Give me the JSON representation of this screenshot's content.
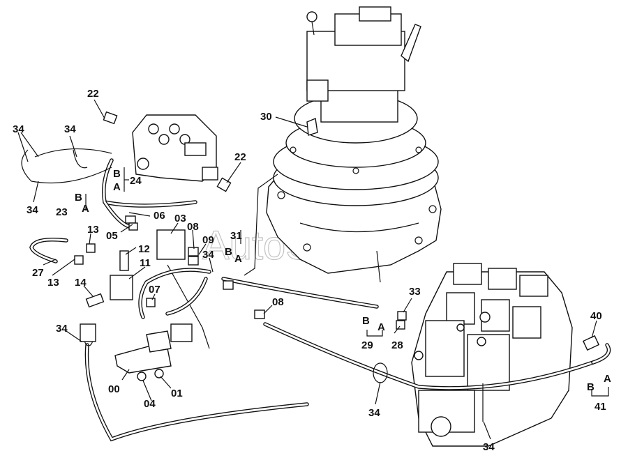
{
  "watermark": "AutoSoft",
  "labels": [
    {
      "id": "22a",
      "text": "22"
    },
    {
      "id": "34a",
      "text": "34"
    },
    {
      "id": "34b",
      "text": "34"
    },
    {
      "id": "34c",
      "text": "34"
    },
    {
      "id": "B1",
      "text": "B"
    },
    {
      "id": "A1",
      "text": "A"
    },
    {
      "id": "24",
      "text": "24"
    },
    {
      "id": "22b",
      "text": "22"
    },
    {
      "id": "B2",
      "text": "B"
    },
    {
      "id": "23",
      "text": "23"
    },
    {
      "id": "A2",
      "text": "A"
    },
    {
      "id": "06",
      "text": "06"
    },
    {
      "id": "03",
      "text": "03"
    },
    {
      "id": "13a",
      "text": "13"
    },
    {
      "id": "05",
      "text": "05"
    },
    {
      "id": "08a",
      "text": "08"
    },
    {
      "id": "31",
      "text": "31"
    },
    {
      "id": "30",
      "text": "30"
    },
    {
      "id": "12",
      "text": "12"
    },
    {
      "id": "09",
      "text": "09"
    },
    {
      "id": "27",
      "text": "27"
    },
    {
      "id": "11",
      "text": "11"
    },
    {
      "id": "34d",
      "text": "34"
    },
    {
      "id": "B3",
      "text": "B"
    },
    {
      "id": "A3",
      "text": "A"
    },
    {
      "id": "13b",
      "text": "13"
    },
    {
      "id": "14",
      "text": "14"
    },
    {
      "id": "07",
      "text": "07"
    },
    {
      "id": "08b",
      "text": "08"
    },
    {
      "id": "33",
      "text": "33"
    },
    {
      "id": "B4",
      "text": "B"
    },
    {
      "id": "A4",
      "text": "A"
    },
    {
      "id": "29",
      "text": "29"
    },
    {
      "id": "28",
      "text": "28"
    },
    {
      "id": "40",
      "text": "40"
    },
    {
      "id": "34e",
      "text": "34"
    },
    {
      "id": "B5",
      "text": "B"
    },
    {
      "id": "A5",
      "text": "A"
    },
    {
      "id": "41",
      "text": "41"
    },
    {
      "id": "00",
      "text": "00"
    },
    {
      "id": "01",
      "text": "01"
    },
    {
      "id": "04",
      "text": "04"
    },
    {
      "id": "34f",
      "text": "34"
    },
    {
      "id": "34g",
      "text": "34"
    }
  ]
}
